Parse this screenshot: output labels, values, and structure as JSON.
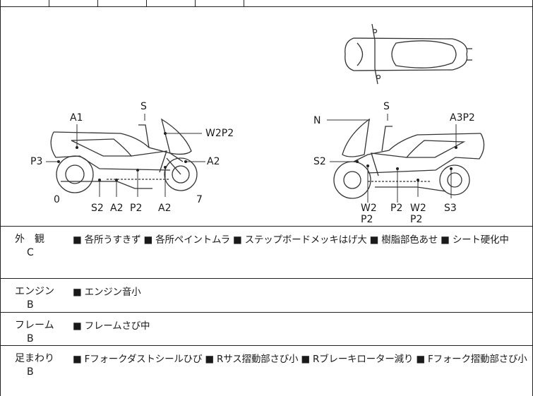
{
  "diagram": {
    "left_bike_labels": {
      "S": "S",
      "A1": "A1",
      "W2P2": "W2P2",
      "P3": "P3",
      "A2_front": "A2",
      "zero": "0",
      "seven": "7",
      "bottom_S2": "S2",
      "bottom_A2a": "A2",
      "bottom_P2": "P2",
      "bottom_A2b": "A2"
    },
    "right_bike_labels": {
      "N": "N",
      "S": "S",
      "A3P2": "A3P2",
      "S2": "S2",
      "W2": "W2",
      "P2a": "P2",
      "P2b": "P2",
      "W2b": "W2",
      "P2c": "P2",
      "S3": "S3"
    }
  },
  "rows": [
    {
      "category": "外　観",
      "grade": "C",
      "notes": "■ 各所うすきず ■ 各所ペイントムラ ■ ステップボードメッキはげ大 ■ 樹脂部色あせ ■ シート硬化中"
    },
    {
      "category": "エンジン",
      "grade": "B",
      "notes": "■ エンジン音小"
    },
    {
      "category": "フレーム",
      "grade": "B",
      "notes": "■ フレームさび中"
    },
    {
      "category": "足まわり",
      "grade": "B",
      "notes": "■ Fフォークダストシールひび ■ Rサス摺動部さび小 ■ Rブレーキローター減り ■ Fフォーク摺動部さび小"
    }
  ]
}
